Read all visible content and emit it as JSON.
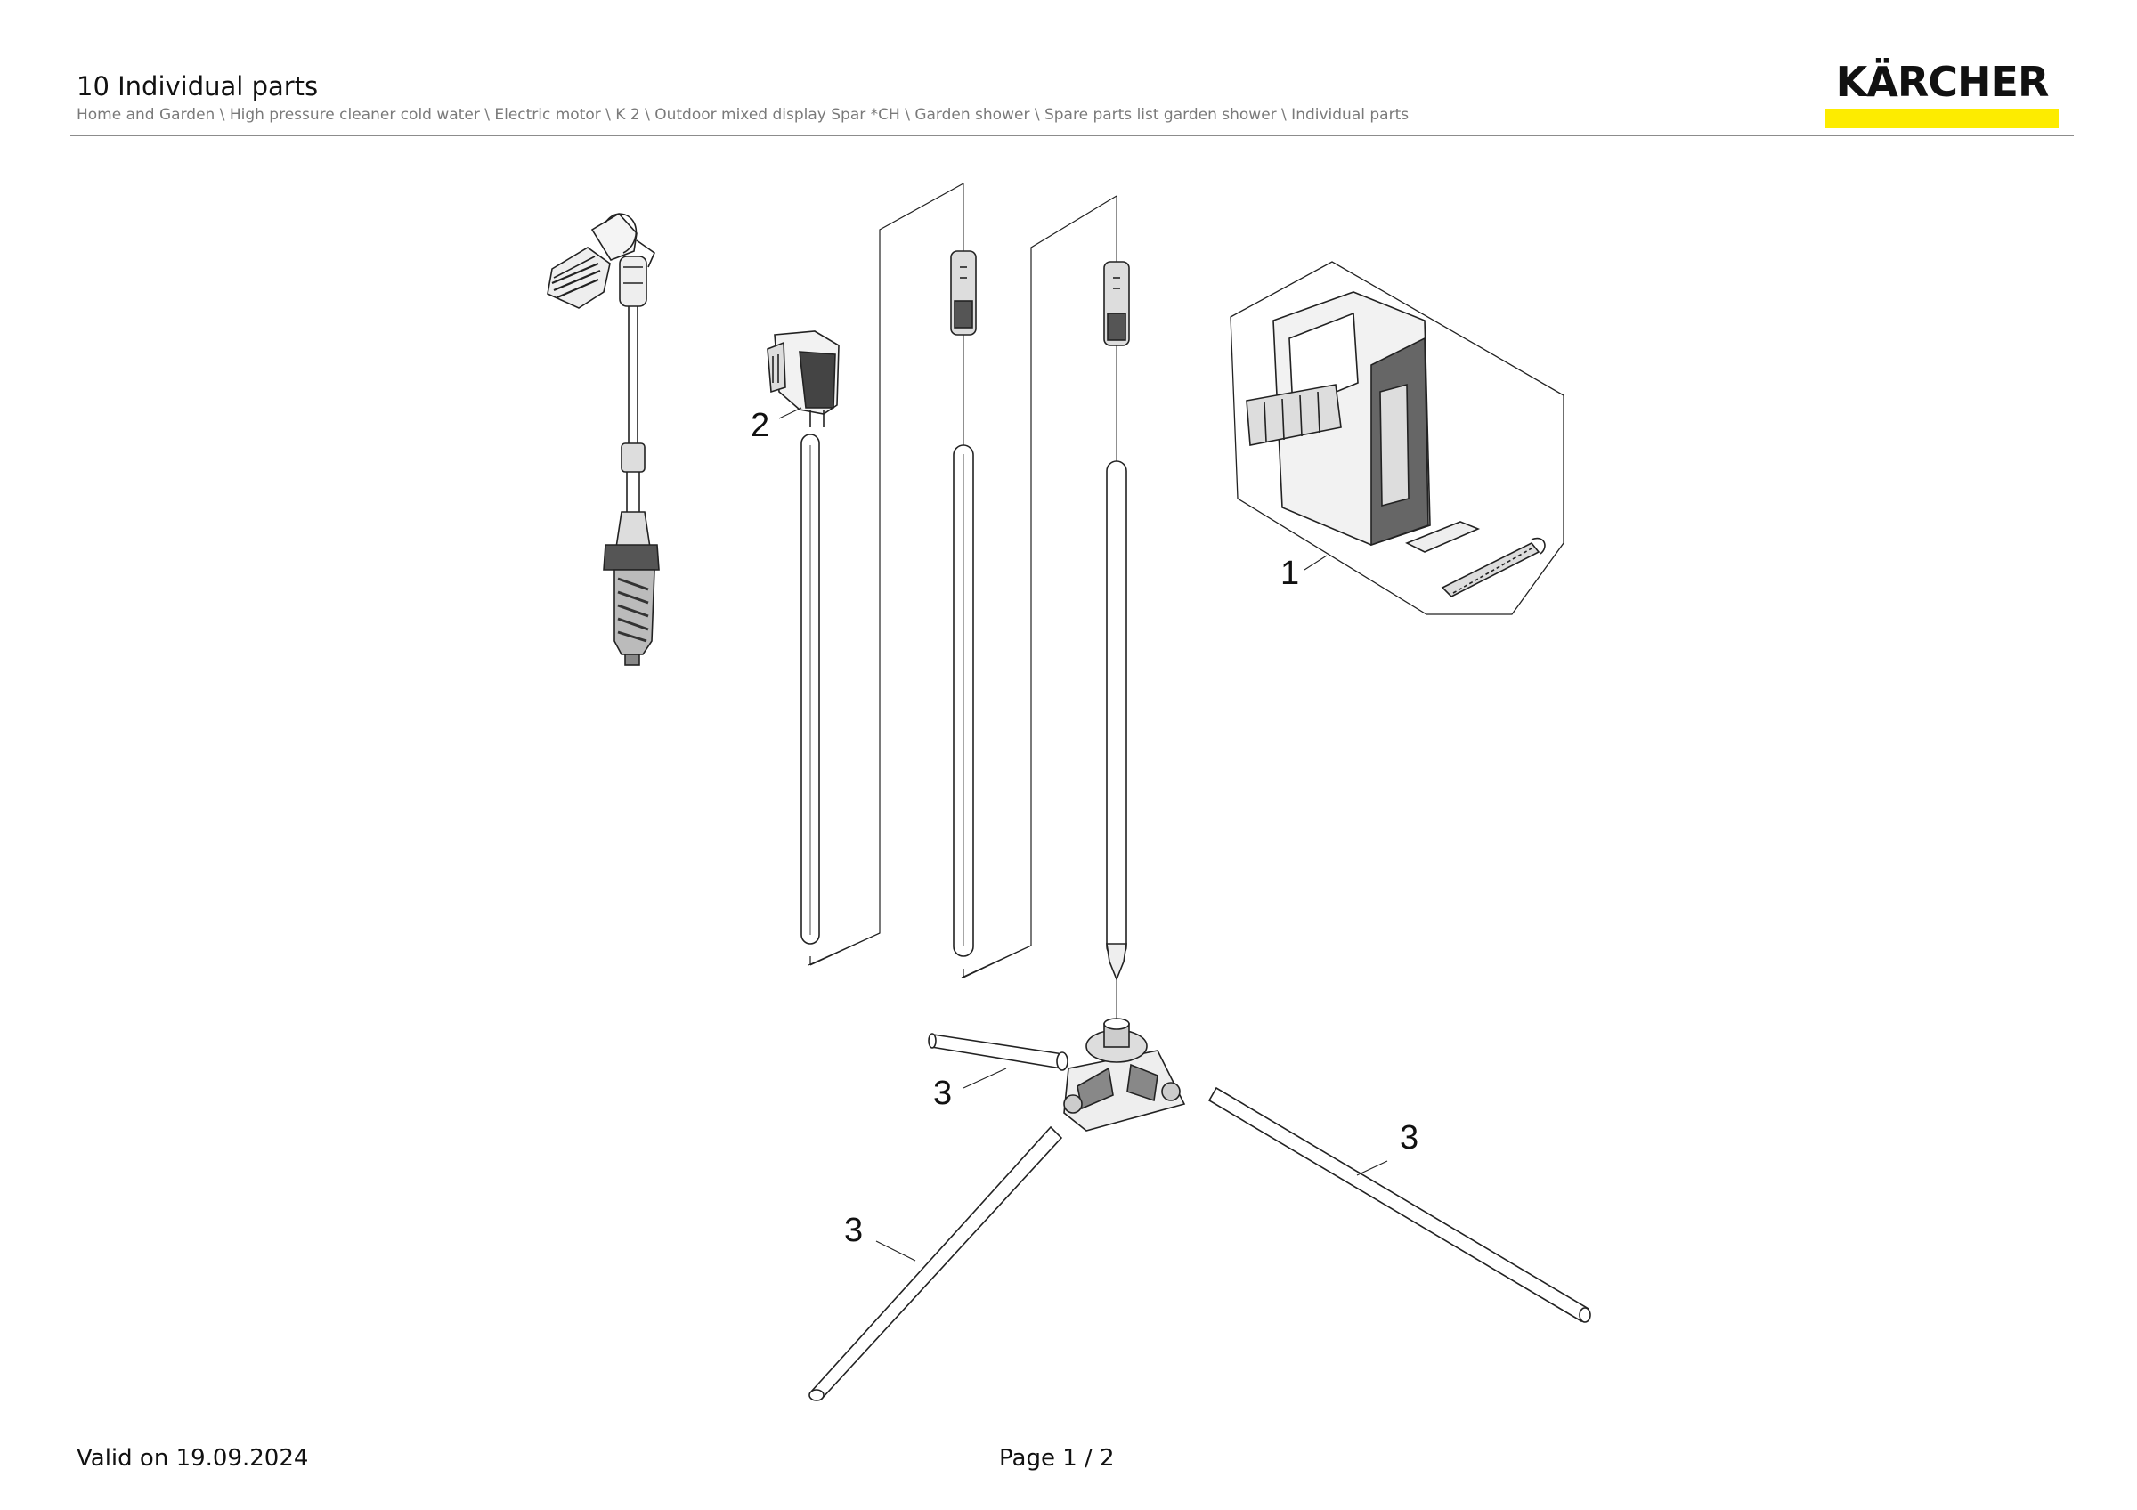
{
  "header": {
    "title": "10 Individual parts",
    "breadcrumb": "Home and Garden \\ High pressure cleaner cold water \\ Electric motor \\ K 2 \\ Outdoor mixed display Spar *CH \\ Garden shower \\ Spare parts list garden shower \\ Individual parts",
    "logo_text": "KÄRCHER",
    "brand_color": "#fdec00"
  },
  "drawing": {
    "callouts": [
      "1",
      "2",
      "3",
      "3",
      "3"
    ]
  },
  "footer": {
    "valid": "Valid on 19.09.2024",
    "page": "Page 1 / 2"
  }
}
